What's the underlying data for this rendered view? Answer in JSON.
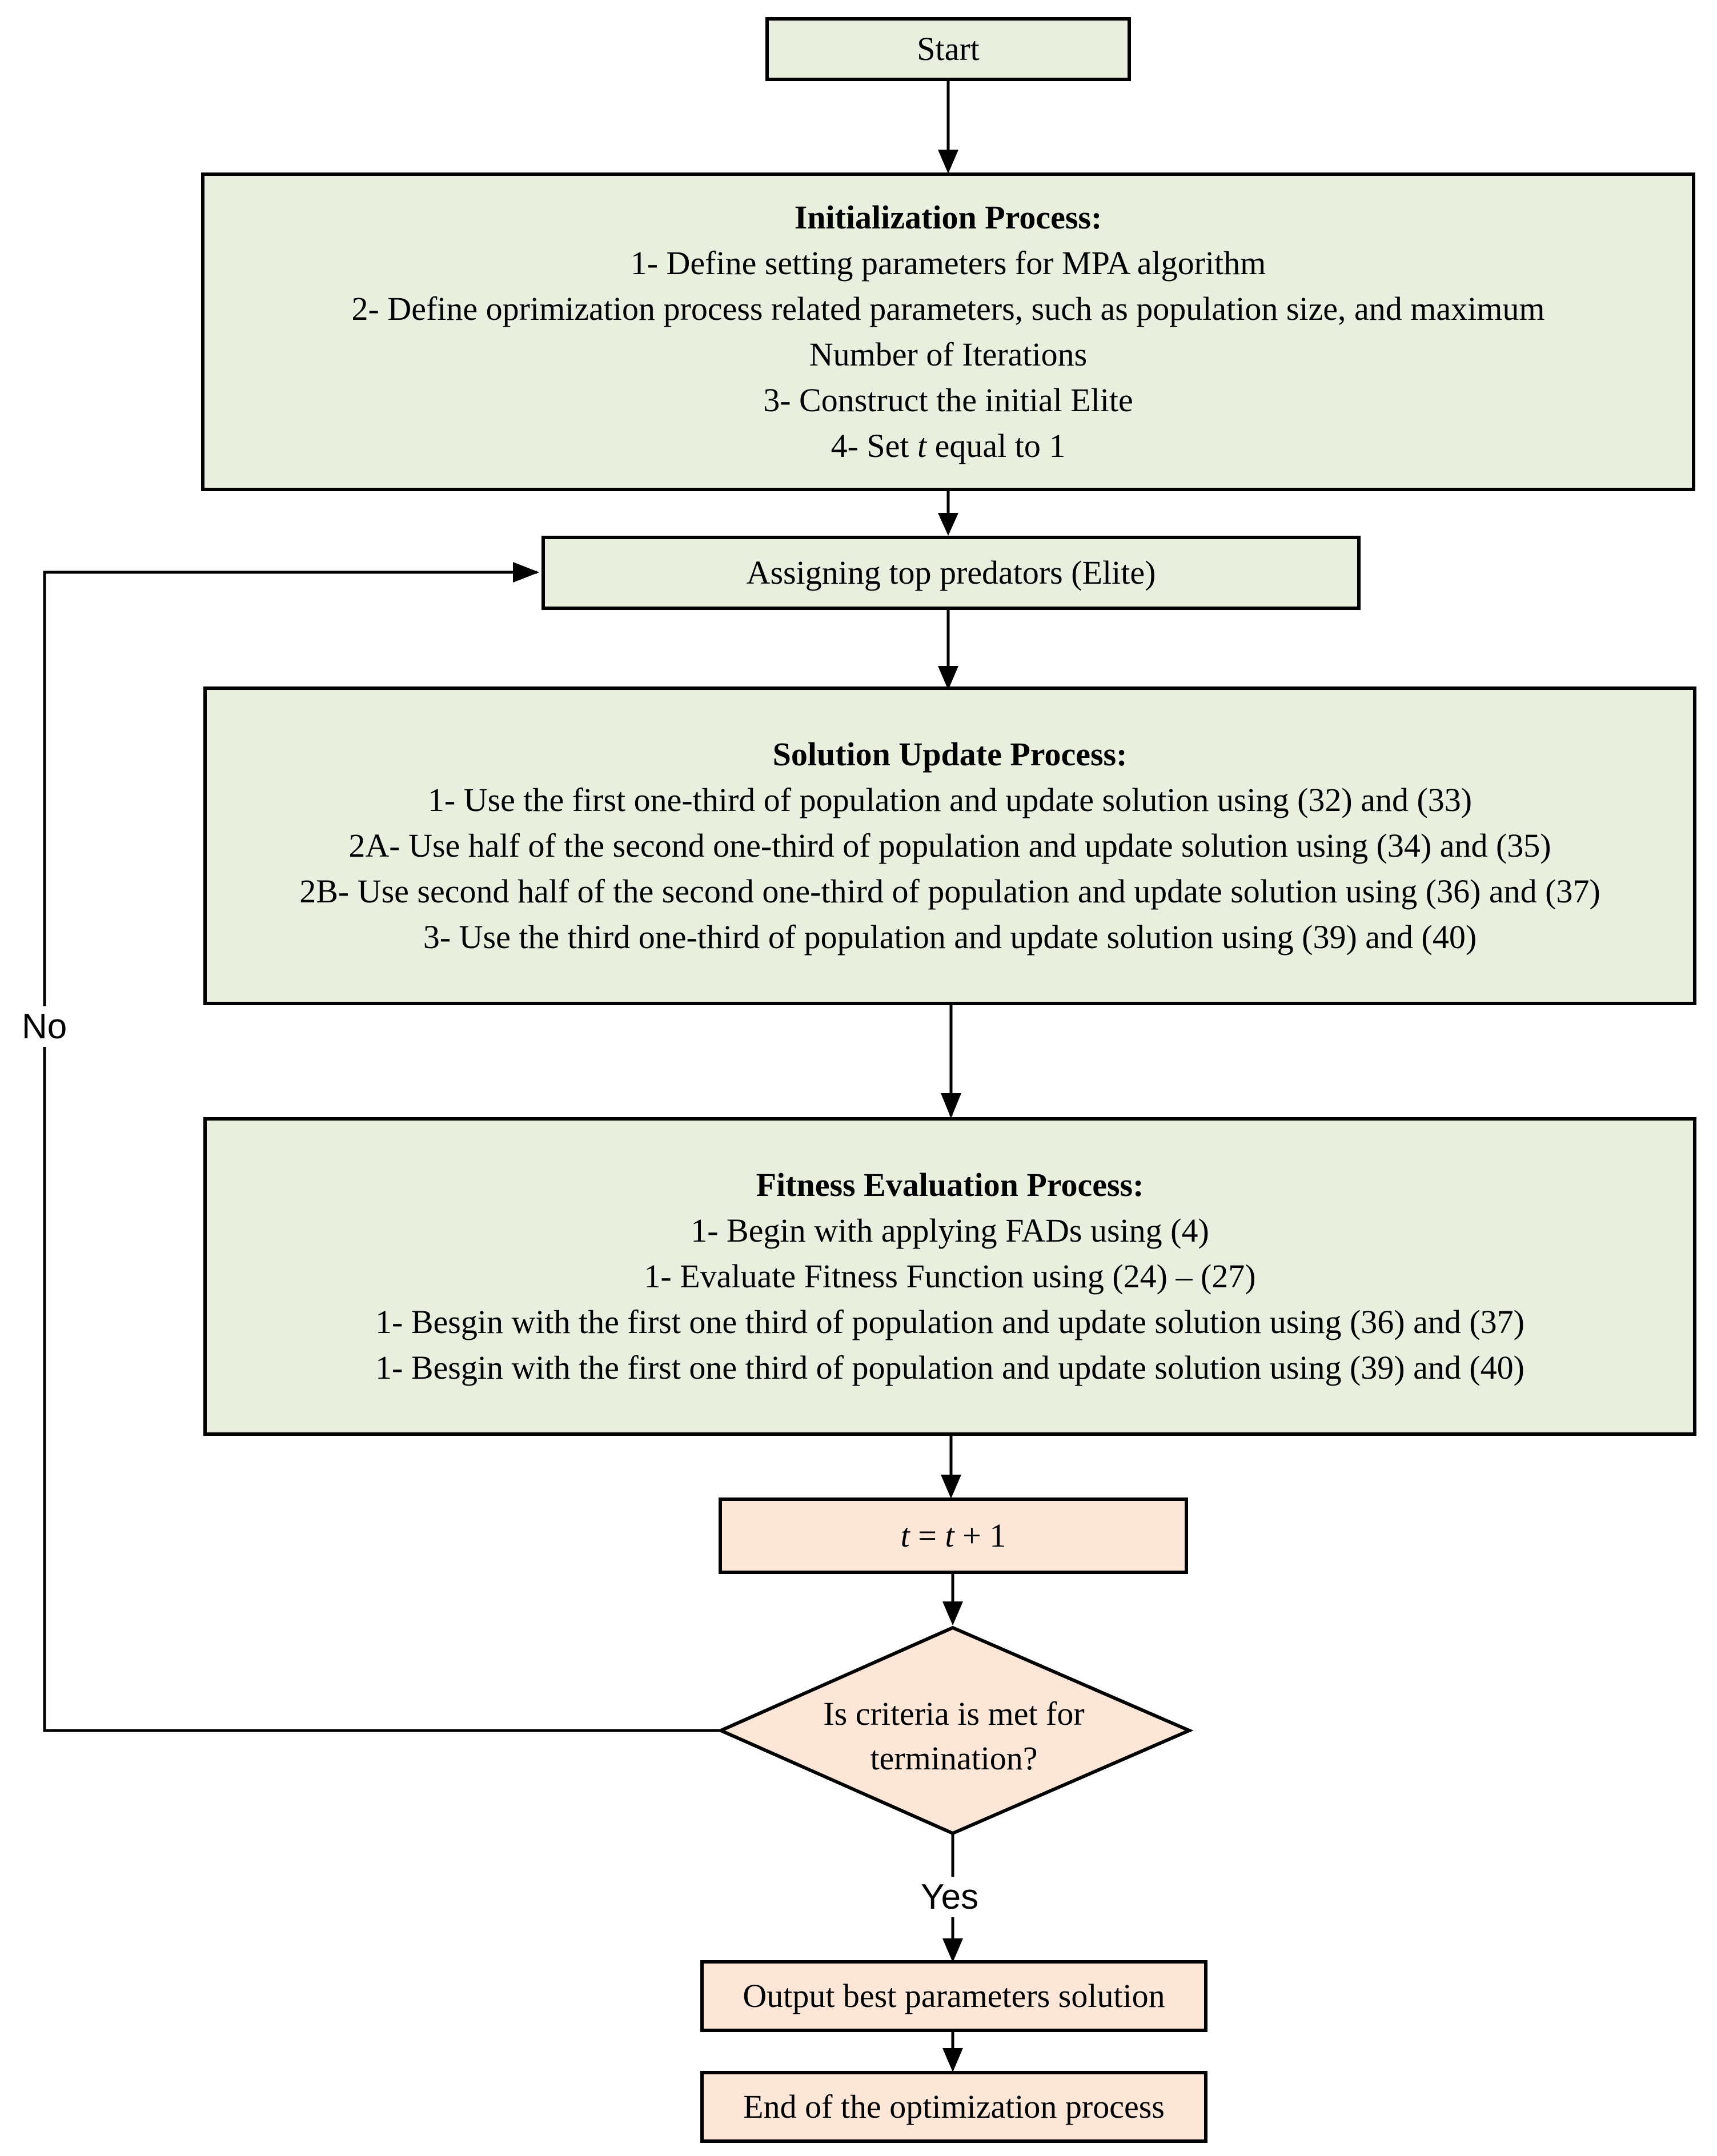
{
  "nodes": {
    "start": {
      "label": "Start"
    },
    "init": {
      "title": "Initialization Process:",
      "lines": [
        "1- Define setting parameters for MPA algorithm",
        "2- Define oprimization process related parameters, such as population size, and maximum",
        "Number of Iterations",
        "3- Construct the initial Elite"
      ],
      "last_line": {
        "before": "4- Set ",
        "var": "t",
        "after": " equal to 1"
      }
    },
    "assign": {
      "label": "Assigning top predators (Elite)"
    },
    "update": {
      "title": "Solution Update Process:",
      "lines": [
        "1- Use the first one-third of population and update solution using (32) and (33)",
        "2A- Use half of the second one-third of population and update solution using (34) and (35)",
        "2B- Use second half of the second one-third of population and update solution using (36) and (37)",
        "3- Use the third one-third of population and update solution using (39) and (40)"
      ]
    },
    "fitness": {
      "title": "Fitness Evaluation Process:",
      "lines": [
        "1- Begin with applying FADs using (4)",
        "1- Evaluate Fitness Function using (24) – (27)",
        "1- Besgin with the first one third of population and update solution using (36) and (37)",
        "1- Besgin with the first one third of population and update solution using (39) and (40)"
      ]
    },
    "increment": {
      "var": "t",
      "op_eq": " = ",
      "var2": "t",
      "rest": " + 1"
    },
    "decision": {
      "line1": "Is criteria is met for",
      "line2": "termination?"
    },
    "output": {
      "label": "Output best parameters solution"
    },
    "end": {
      "label": "End of the optimization process"
    }
  },
  "edges": {
    "no_label": "No",
    "yes_label": "Yes"
  },
  "colors": {
    "process_fill": "#e8efde",
    "terminal_fill": "#fce6d8",
    "stroke": "#000000"
  }
}
